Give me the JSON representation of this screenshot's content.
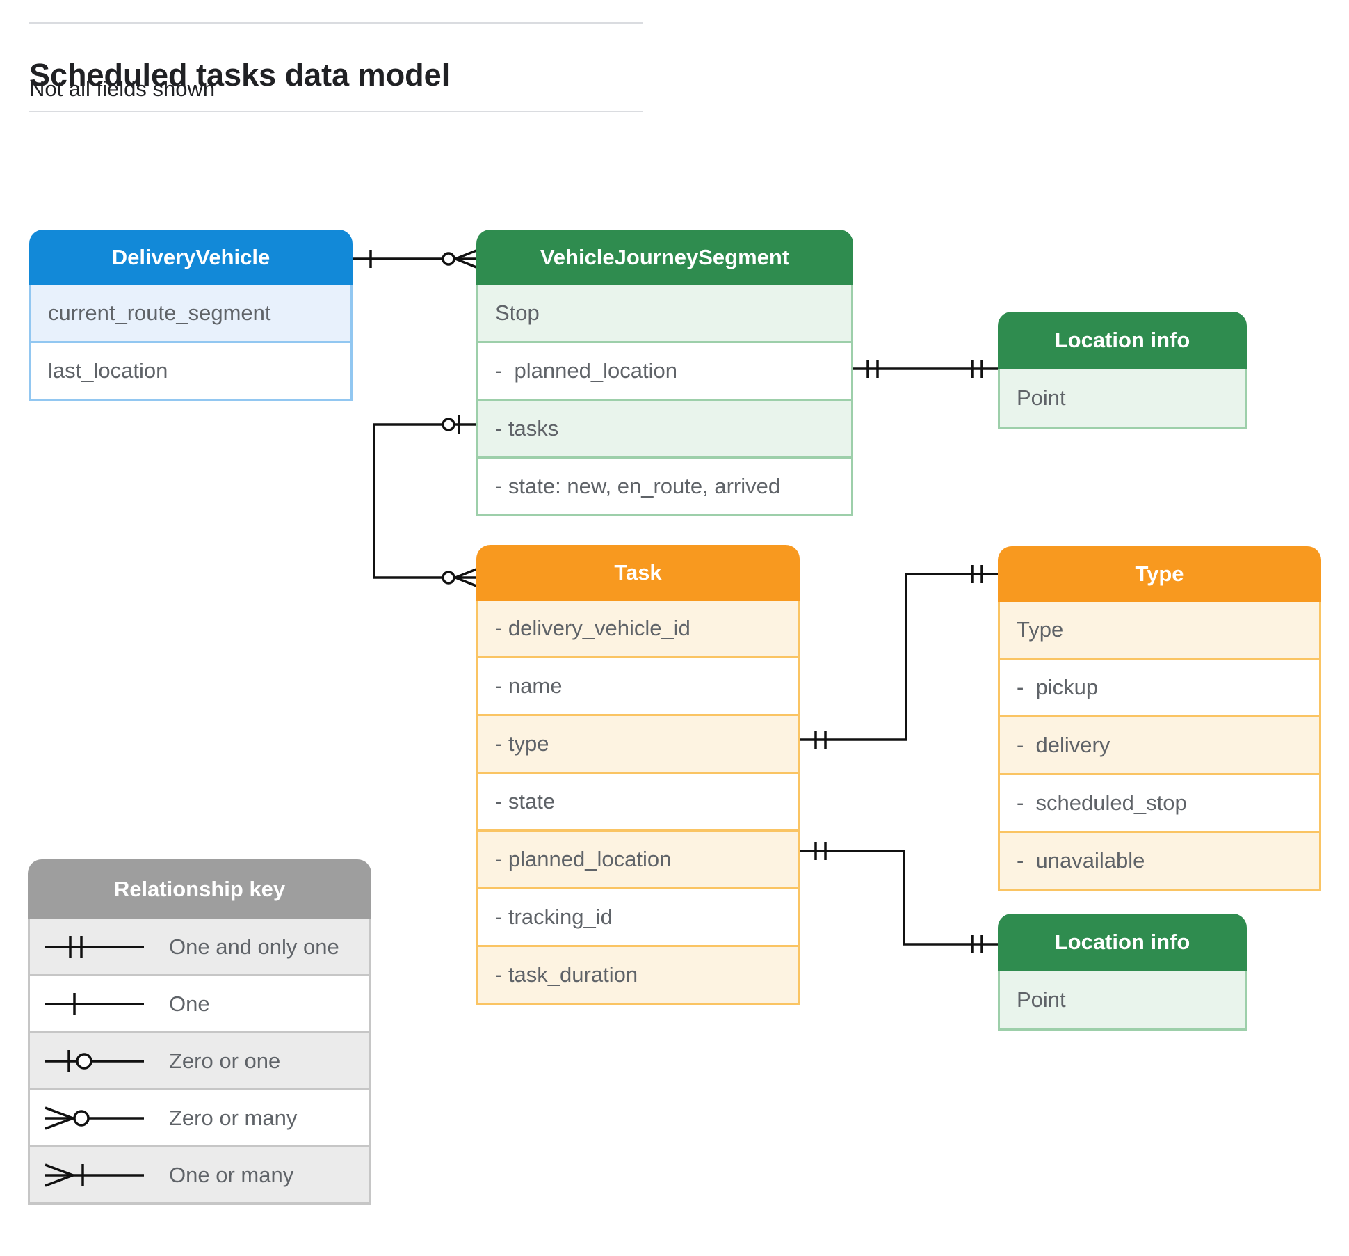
{
  "page": {
    "title": "Scheduled tasks data model",
    "subtitle": "Not all fields shown"
  },
  "colors": {
    "blue_header": "#1289D8",
    "blue_border": "#92C7F1",
    "blue_tint": "#E8F1FC",
    "green_header": "#2F8C4F",
    "green_border": "#9DCFAA",
    "green_tint": "#E9F4EC",
    "orange_header": "#F8991F",
    "orange_border": "#FAC463",
    "orange_tint": "#FDF3E1",
    "gray_header": "#9E9E9E",
    "gray_border": "#C6C6C6",
    "gray_tint": "#EBEBEB",
    "field_text": "#5F6368",
    "title_text": "#202124",
    "connector": "#111111"
  },
  "entities": {
    "delivery_vehicle": {
      "title": "DeliveryVehicle",
      "fields": [
        "current_route_segment",
        "last_location"
      ]
    },
    "vehicle_journey_segment": {
      "title": "VehicleJourneySegment",
      "fields": [
        "Stop",
        "-  planned_location",
        "- tasks",
        "- state: new, en_route, arrived"
      ]
    },
    "location_info_top": {
      "title": "Location info",
      "fields": [
        "Point"
      ]
    },
    "task": {
      "title": "Task",
      "fields": [
        "- delivery_vehicle_id",
        "- name",
        "- type",
        "- state",
        "- planned_location",
        "- tracking_id",
        "- task_duration"
      ]
    },
    "type": {
      "title": "Type",
      "fields": [
        "Type",
        "-  pickup",
        "-  delivery",
        "-  scheduled_stop",
        "-  unavailable"
      ]
    },
    "location_info_bottom": {
      "title": "Location info",
      "fields": [
        "Point"
      ]
    }
  },
  "legend": {
    "title": "Relationship key",
    "items": [
      {
        "symbol": "one-and-only-one",
        "label": "One and only one"
      },
      {
        "symbol": "one",
        "label": "One"
      },
      {
        "symbol": "zero-or-one",
        "label": "Zero or one"
      },
      {
        "symbol": "zero-or-many",
        "label": "Zero or many"
      },
      {
        "symbol": "one-or-many",
        "label": "One or many"
      }
    ]
  },
  "relationships": [
    {
      "from": "DeliveryVehicle",
      "to": "VehicleJourneySegment",
      "from_cardinality": "one",
      "to_cardinality": "zero-or-many"
    },
    {
      "from": "VehicleJourneySegment.tasks",
      "to": "Task",
      "from_cardinality": "zero-or-one",
      "to_cardinality": "zero-or-many"
    },
    {
      "from": "VehicleJourneySegment.planned_location",
      "to": "Location info",
      "from_cardinality": "one-and-only-one",
      "to_cardinality": "one-and-only-one"
    },
    {
      "from": "Task.type",
      "to": "Type",
      "from_cardinality": "one-and-only-one",
      "to_cardinality": "one-and-only-one"
    },
    {
      "from": "Task.planned_location",
      "to": "Location info",
      "from_cardinality": "one-and-only-one",
      "to_cardinality": "one-and-only-one"
    }
  ]
}
